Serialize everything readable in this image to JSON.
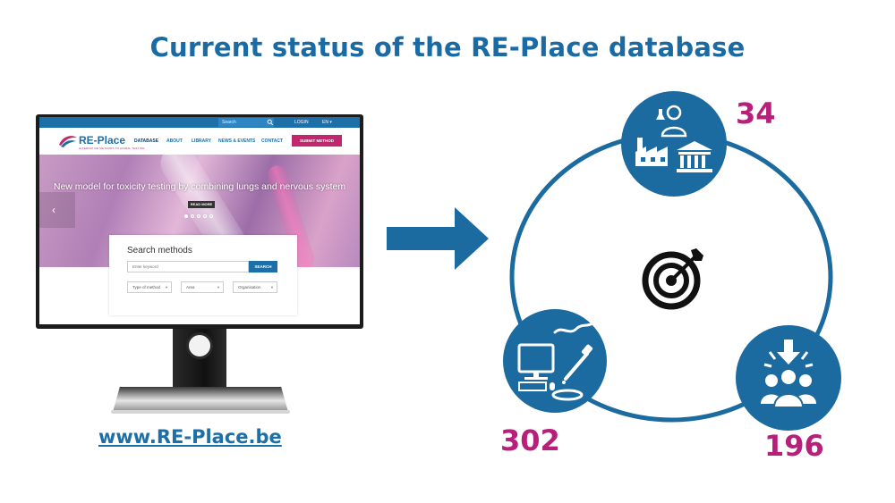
{
  "slide": {
    "title": "Current status of the RE-Place database",
    "website_link": "www.RE-Place.be"
  },
  "website": {
    "topbar": {
      "search_placeholder": "Search",
      "login": "LOGIN",
      "language": "EN ▾"
    },
    "logo": {
      "name": "RE-Place",
      "tagline": "ALTERNATIVE METHODS TO ANIMAL TESTING"
    },
    "nav": {
      "database": "DATABASE",
      "about": "ABOUT",
      "library": "LIBRARY",
      "news": "NEWS & EVENTS",
      "contact": "CONTACT",
      "submit": "SUBMIT METHOD"
    },
    "hero": {
      "headline": "New model for toxicity testing by combining lungs and nervous system",
      "read_more": "READ MORE",
      "prev_arrow": "‹",
      "slides_total": 5,
      "slide_active": 1
    },
    "search_panel": {
      "title": "Search methods",
      "keyword_placeholder": "Enter keyword",
      "button": "SEARCH",
      "filters": [
        "Type of method",
        "Area",
        "Organisation"
      ]
    }
  },
  "cycle": {
    "center_icon": "target-icon",
    "nodes": [
      {
        "id": "stakeholders",
        "icons": [
          "scientist-icon",
          "factory-icon",
          "institution-icon"
        ],
        "count": "34"
      },
      {
        "id": "methods",
        "icons": [
          "computer-icon",
          "worm-icon",
          "pipette-icon",
          "petri-dish-icon"
        ],
        "count": "302"
      },
      {
        "id": "users",
        "icons": [
          "download-arrow-icon",
          "group-icon"
        ],
        "count": "196"
      }
    ]
  },
  "colors": {
    "title_blue": "#1a6aa3",
    "node_blue": "#1c6ba0",
    "count_magenta": "#b81f7b",
    "site_blue": "#1d6fa8",
    "site_magenta": "#c2266f"
  }
}
